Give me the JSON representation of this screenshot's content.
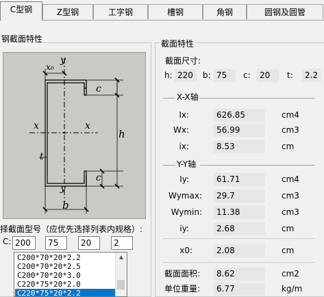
{
  "tabs": [
    {
      "label": "C型钢",
      "active": true
    },
    {
      "label": "Z型钢",
      "active": false
    },
    {
      "label": "工字钢",
      "active": false
    },
    {
      "label": "槽钢",
      "active": false
    },
    {
      "label": "角钢",
      "active": false
    },
    {
      "label": "圆钢及圆管",
      "active": false
    }
  ],
  "left_group": {
    "title": "钢截面特性",
    "diagram_labels": {
      "y_top": "y",
      "x0": "x₀",
      "c_top": "c",
      "x_left": "x",
      "x_right": "x",
      "h": "h",
      "t": "t",
      "c_bottom": "c",
      "y_bottom": "y",
      "b": "b"
    },
    "select_prompt": "择截面型号（应优先选择列表内规格）:",
    "c_label": "C:",
    "inputs": [
      "200",
      "75",
      "20",
      "2"
    ]
  },
  "list": {
    "items": [
      "C200*70*20*2.2",
      "C200*70*20*2.5",
      "C200*70*20*3.0",
      "C220*75*20*2.0",
      "C220*75*20*2.2"
    ],
    "selected_index": 4
  },
  "right_group": {
    "title": "截面特性",
    "dims_title": "截面尺寸:",
    "dims": [
      {
        "label": "h:",
        "value": "220"
      },
      {
        "label": "b:",
        "value": "75"
      },
      {
        "label": "c:",
        "value": "20"
      },
      {
        "label": "t:",
        "value": "2.2"
      }
    ],
    "xx_title": "X-X轴",
    "xx": [
      {
        "label": "Ix:",
        "value": "626.85",
        "unit": "cm4"
      },
      {
        "label": "Wx:",
        "value": "56.99",
        "unit": "cm3"
      },
      {
        "label": "ix:",
        "value": "8.53",
        "unit": "cm"
      }
    ],
    "yy_title": "Y-Y轴",
    "yy": [
      {
        "label": "Iy:",
        "value": "61.71",
        "unit": "cm4"
      },
      {
        "label": "Wymax:",
        "value": "29.7",
        "unit": "cm3"
      },
      {
        "label": "Wymin:",
        "value": "11.38",
        "unit": "cm3"
      },
      {
        "label": "iy:",
        "value": "2.68",
        "unit": "cm"
      }
    ],
    "x0": {
      "label": "x0:",
      "value": "2.08",
      "unit": "cm"
    },
    "area": {
      "label": "截面面积:",
      "value": "8.62",
      "unit": "cm2"
    },
    "weight": {
      "label": "单位重量:",
      "value": "6.77",
      "unit": "kg/m"
    }
  }
}
